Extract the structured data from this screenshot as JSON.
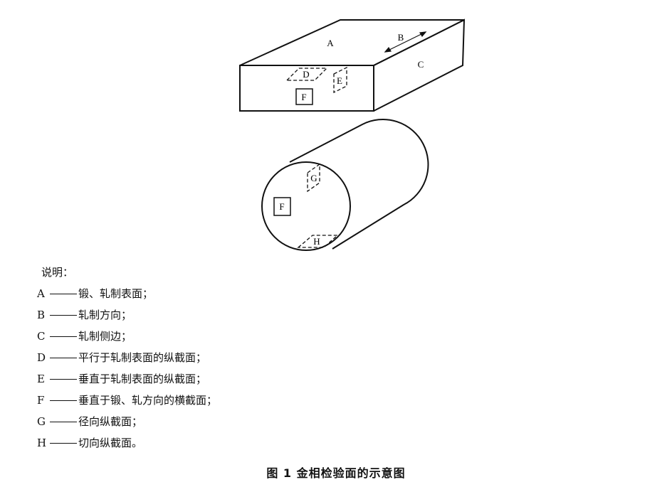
{
  "figure": {
    "block_labels": {
      "A": "A",
      "B": "B",
      "C": "C",
      "D": "D",
      "E": "E",
      "F": "F"
    },
    "cylinder_labels": {
      "F": "F",
      "G": "G",
      "H": "H"
    }
  },
  "legend": {
    "title": "说明：",
    "items": [
      {
        "key": "A",
        "text": "锻、轧制表面；"
      },
      {
        "key": "B",
        "text": "轧制方向；"
      },
      {
        "key": "C",
        "text": "轧制侧边；"
      },
      {
        "key": "D",
        "text": "平行于轧制表面的纵截面；"
      },
      {
        "key": "E",
        "text": "垂直于轧制表面的纵截面；"
      },
      {
        "key": "F",
        "text": "垂直于锻、轧方向的横截面；"
      },
      {
        "key": "G",
        "text": "径向纵截面；"
      },
      {
        "key": "H",
        "text": "切向纵截面。"
      }
    ]
  },
  "caption": "图 1   金相检验面的示意图"
}
